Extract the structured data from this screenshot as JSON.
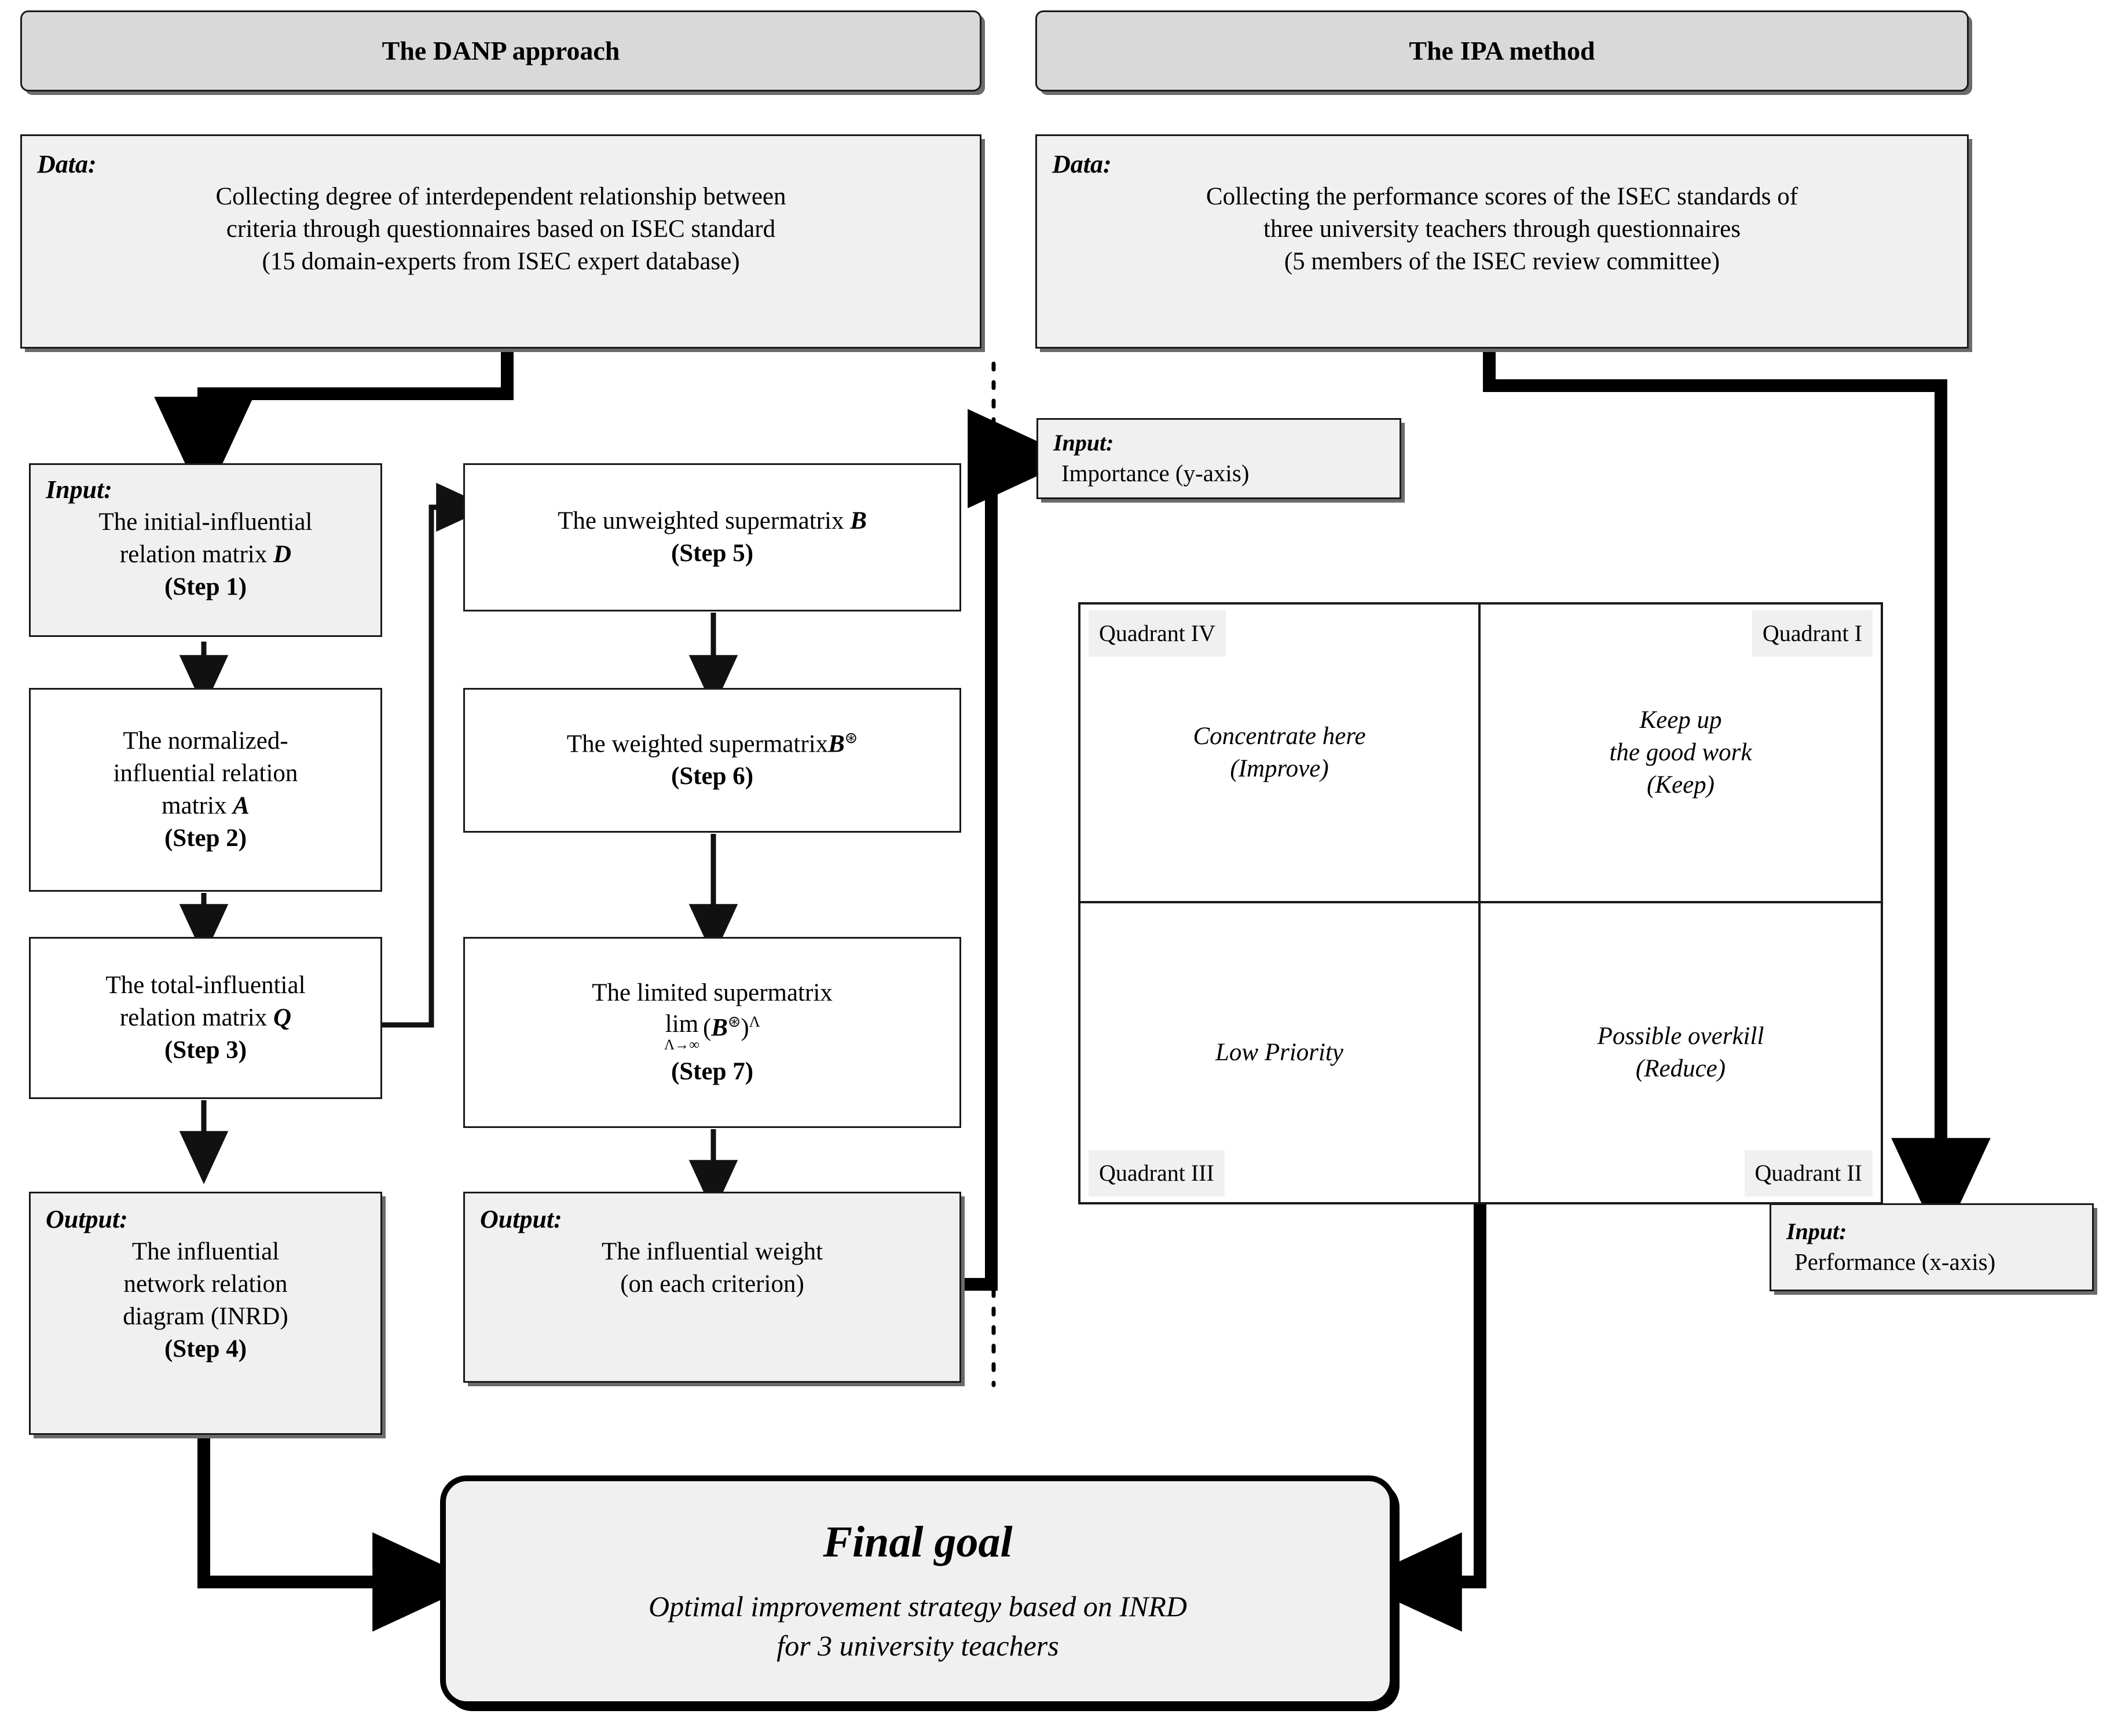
{
  "headers": {
    "danp": "The DANP approach",
    "ipa": "The IPA method"
  },
  "danp": {
    "data_box": {
      "label": "Data:",
      "line1": "Collecting degree of interdependent relationship between",
      "line2": "criteria through questionnaires based on ISEC standard",
      "line3": "(15 domain-experts from ISEC expert database)"
    },
    "step1": {
      "label": "Input:",
      "line1": "The initial-influential",
      "line2": "relation matrix",
      "symbol": "D",
      "step": "(Step 1)"
    },
    "step2": {
      "line1": "The normalized-",
      "line2": "influential relation",
      "line3": "matrix",
      "symbol": "A",
      "step": "(Step 2)"
    },
    "step3": {
      "line1": "The total-influential",
      "line2": "relation matrix",
      "symbol": "Q",
      "step": "(Step 3)"
    },
    "step4": {
      "label": "Output:",
      "line1": "The influential",
      "line2": "network relation",
      "line3": "diagram (INRD)",
      "step": "(Step 4)"
    },
    "step5": {
      "line1": "The unweighted supermatrix",
      "symbol": "B",
      "step": "(Step 5)"
    },
    "step6": {
      "line1": "The weighted supermatrix",
      "symbol": "B",
      "superscript": "⊛",
      "step": "(Step 6)"
    },
    "step7": {
      "line1": "The limited supermatrix",
      "limit_op": "lim",
      "limit_under": "Λ→∞",
      "limit_expr_open": "(",
      "limit_symbol": "B",
      "limit_superscript": "⊛",
      "limit_expr_close": ")",
      "limit_power": "Λ",
      "step": "(Step 7)"
    },
    "output_weight": {
      "label": "Output:",
      "line1": "The influential weight",
      "line2": "(on each criterion)"
    }
  },
  "ipa": {
    "data_box": {
      "label": "Data:",
      "line1": "Collecting the performance scores of the ISEC standards of",
      "line2": "three university teachers through questionnaires",
      "line3": "(5 members of the ISEC review committee)"
    },
    "input_importance": {
      "label": "Input:",
      "value": "Importance (y-axis)"
    },
    "input_performance": {
      "label": "Input:",
      "value": "Performance (x-axis)"
    },
    "quadrants": [
      {
        "tag": "Quadrant IV",
        "tag_pos": "tl",
        "line1": "Concentrate here",
        "line2": "(Improve)"
      },
      {
        "tag": "Quadrant I",
        "tag_pos": "tr",
        "line1": "Keep up",
        "line2": "the good work",
        "line3": "(Keep)"
      },
      {
        "tag": "Quadrant III",
        "tag_pos": "bl",
        "line1": "Low Priority",
        "line2": ""
      },
      {
        "tag": "Quadrant II",
        "tag_pos": "br",
        "line1": "Possible overkill",
        "line2": "(Reduce)"
      }
    ]
  },
  "final_goal": {
    "title": "Final goal",
    "line1": "Optimal improvement strategy based on INRD",
    "line2": "for 3 university teachers"
  },
  "colors": {
    "box_border": "#1a1a1a",
    "shade_fill": "#f0f0f0",
    "header_fill": "#d9d9d9",
    "shadow": "#6b6b6b",
    "wire": "#000000"
  }
}
